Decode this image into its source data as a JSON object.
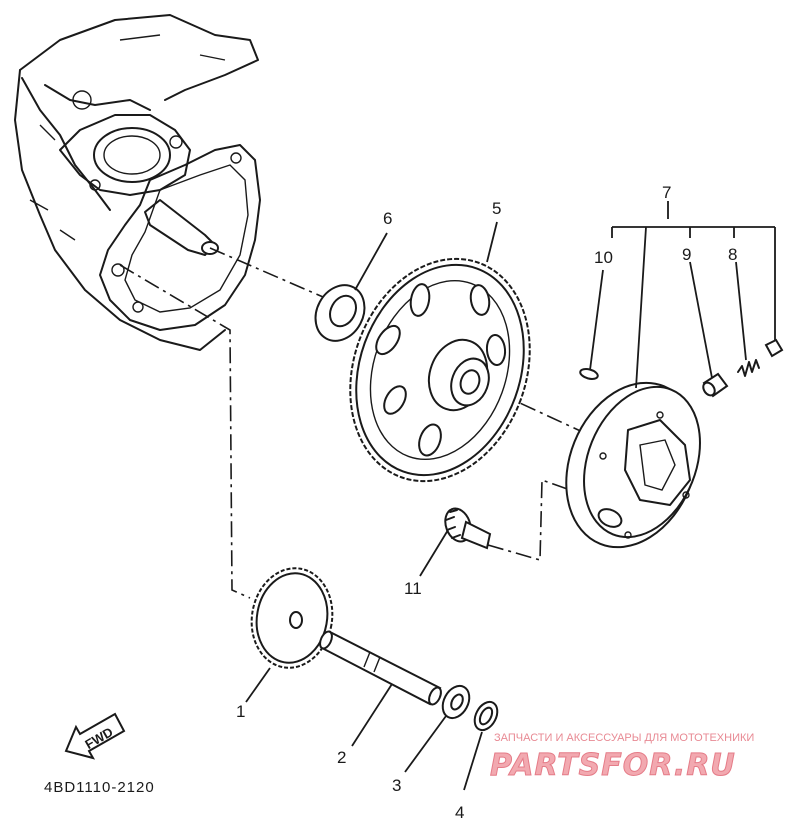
{
  "diagram": {
    "callouts": [
      {
        "id": "1",
        "label": "1"
      },
      {
        "id": "2",
        "label": "2"
      },
      {
        "id": "3",
        "label": "3"
      },
      {
        "id": "4",
        "label": "4"
      },
      {
        "id": "5",
        "label": "5"
      },
      {
        "id": "6",
        "label": "6"
      },
      {
        "id": "7",
        "label": "7"
      },
      {
        "id": "8",
        "label": "8"
      },
      {
        "id": "9",
        "label": "9"
      },
      {
        "id": "10",
        "label": "10"
      },
      {
        "id": "11",
        "label": "11"
      }
    ],
    "direction_arrow": "FWD",
    "drawing_code": "4BD1110-2120"
  },
  "watermark": {
    "caption": "ЗАПЧАСТИ И АКСЕССУАРЫ ДЛЯ МОТОТЕХНИКИ",
    "brand": "PARTSFOR.RU",
    "color": "#e57c88"
  }
}
